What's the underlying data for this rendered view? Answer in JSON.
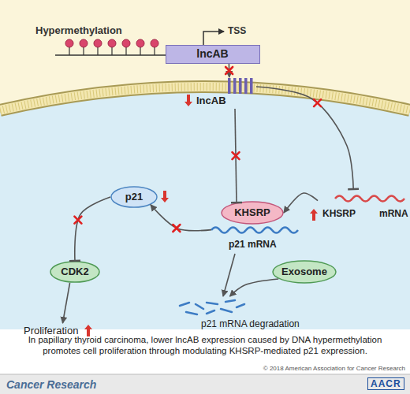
{
  "diagram": {
    "caption": "In papillary thyroid carcinoma, lower lncAB expression caused by DNA hypermethylation promotes cell proliferation through modulating KHSRP-mediated p21 expression.",
    "nodes": [
      {
        "text": [
          "lncAB"
        ]
      },
      {
        "text": [
          "lncAB"
        ]
      },
      {
        "text": [
          "KHSRP",
          "mRNA"
        ]
      },
      {
        "text": [
          "KHSRP"
        ]
      },
      {
        "text": [
          "p21 mRNA"
        ]
      },
      {
        "text": [
          "p21"
        ]
      },
      {
        "text": [
          "CDK2"
        ]
      },
      {
        "text": [
          "Proliferation"
        ]
      },
      {
        "text": [
          "Exosome"
        ]
      },
      {
        "text": [
          "p21 mRNA degradation"
        ]
      }
    ],
    "edges": [
      {
        "from": 0,
        "to": 1,
        "arrow": "to"
      },
      {
        "from": 1,
        "to": 3,
        "arrow": "to"
      },
      {
        "from": 1,
        "to": 2,
        "arrow": "to"
      },
      {
        "from": 2,
        "to": 3,
        "arrow": "to"
      },
      {
        "from": 4,
        "to": 5,
        "arrow": "to"
      },
      {
        "from": 5,
        "to": 6,
        "arrow": "to"
      },
      {
        "from": 6,
        "to": 7,
        "arrow": "to"
      },
      {
        "from": 4,
        "to": 9,
        "arrow": "to"
      },
      {
        "from": 8,
        "to": 9,
        "arrow": "to"
      }
    ],
    "labels": [
      "Hypermethylation",
      "TSS",
      "Cancer Research",
      "© 2018 American Association for Cancer Research",
      "AACR"
    ]
  }
}
